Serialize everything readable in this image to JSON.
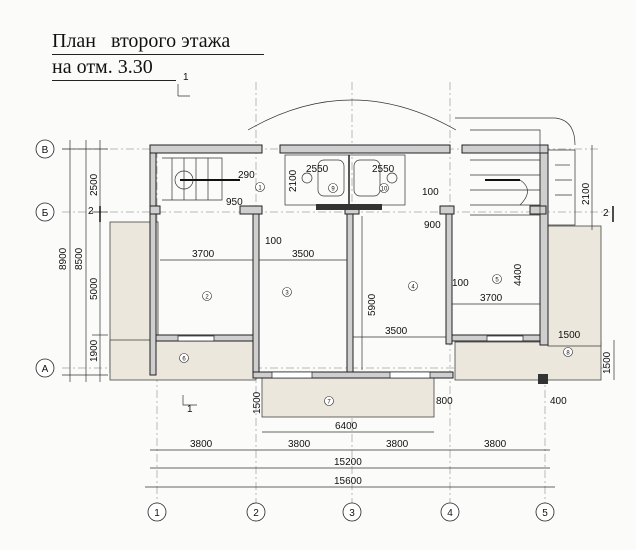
{
  "title": {
    "line1": "План   второго этажа",
    "line2": "на отм. 3.30",
    "section_mark": "1"
  },
  "axes": {
    "vertical": [
      "1",
      "2",
      "3",
      "4",
      "5"
    ],
    "horizontal": [
      "В",
      "Б",
      "А"
    ]
  },
  "section_marks": {
    "s1_top": "1",
    "s1_bottom": "1",
    "s2_left": "2",
    "s2_right": "2"
  },
  "dims": {
    "left_total": "8900",
    "left_inner": "8500",
    "left_2500": "2500",
    "left_5000": "5000",
    "left_1900": "1900",
    "stair_290": "290",
    "stair_950": "950",
    "h2100_left": "2100",
    "d2550_l": "2550",
    "d2550_r": "2550",
    "d100_wc": "100",
    "d100_r1": "100",
    "d3700_l": "3700",
    "d3500_t": "3500",
    "d5900": "5900",
    "d900": "900",
    "d4400": "4400",
    "d100_r2": "100",
    "d3700_r": "3700",
    "d3500_b": "3500",
    "d2100_r": "2100",
    "d1500_r1": "1500",
    "d1500_r2": "1500",
    "d1500_b": "1500",
    "d800": "800",
    "d400": "400",
    "d6400": "6400",
    "bays": [
      "3800",
      "3800",
      "3800",
      "3800"
    ],
    "d15200": "15200",
    "d15600": "15600"
  },
  "rooms": [
    "1",
    "2",
    "3",
    "4",
    "5",
    "6",
    "7",
    "8",
    "9",
    "10"
  ],
  "colors": {
    "wall_fill": "#cfcfcf",
    "line": "#222222",
    "balcony_fill": "#ece7dc"
  }
}
